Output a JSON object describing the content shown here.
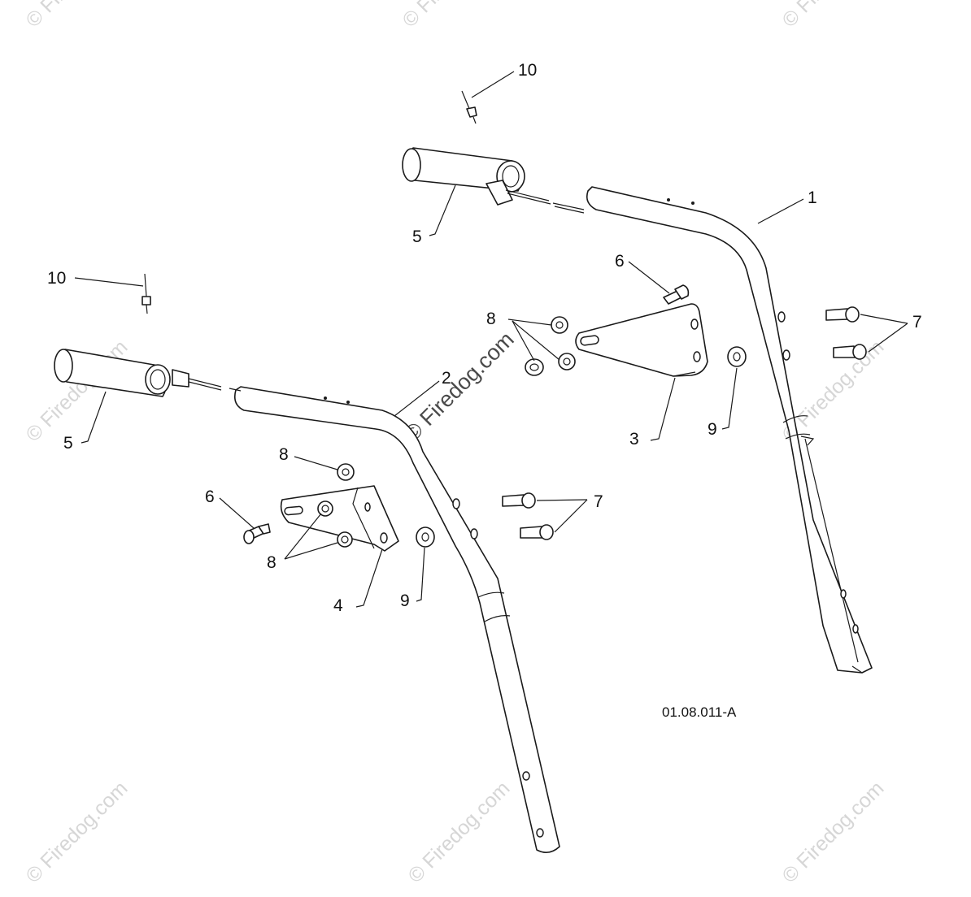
{
  "diagram": {
    "drawing_code": "01.08.011-A",
    "callouts": {
      "handle_upper": "1",
      "handle_lower": "2",
      "bracket_right": "3",
      "bracket_left": "4",
      "grip_upper": "5",
      "grip_lower": "5",
      "bolt_upper": "6",
      "bolt_lower": "6",
      "carriage_bolts_upper": "7",
      "carriage_bolts_lower": "7",
      "nuts_upper": "8",
      "nut_lower_single": "8",
      "nuts_lower_pair": "8",
      "washer_upper": "9",
      "washer_lower": "9",
      "rivet_upper": "10",
      "rivet_lower": "10"
    },
    "watermark": "© Firedog.com",
    "colors": {
      "line": "#1a1a1a",
      "background": "#ffffff",
      "watermark": "#d6d6d6"
    }
  }
}
